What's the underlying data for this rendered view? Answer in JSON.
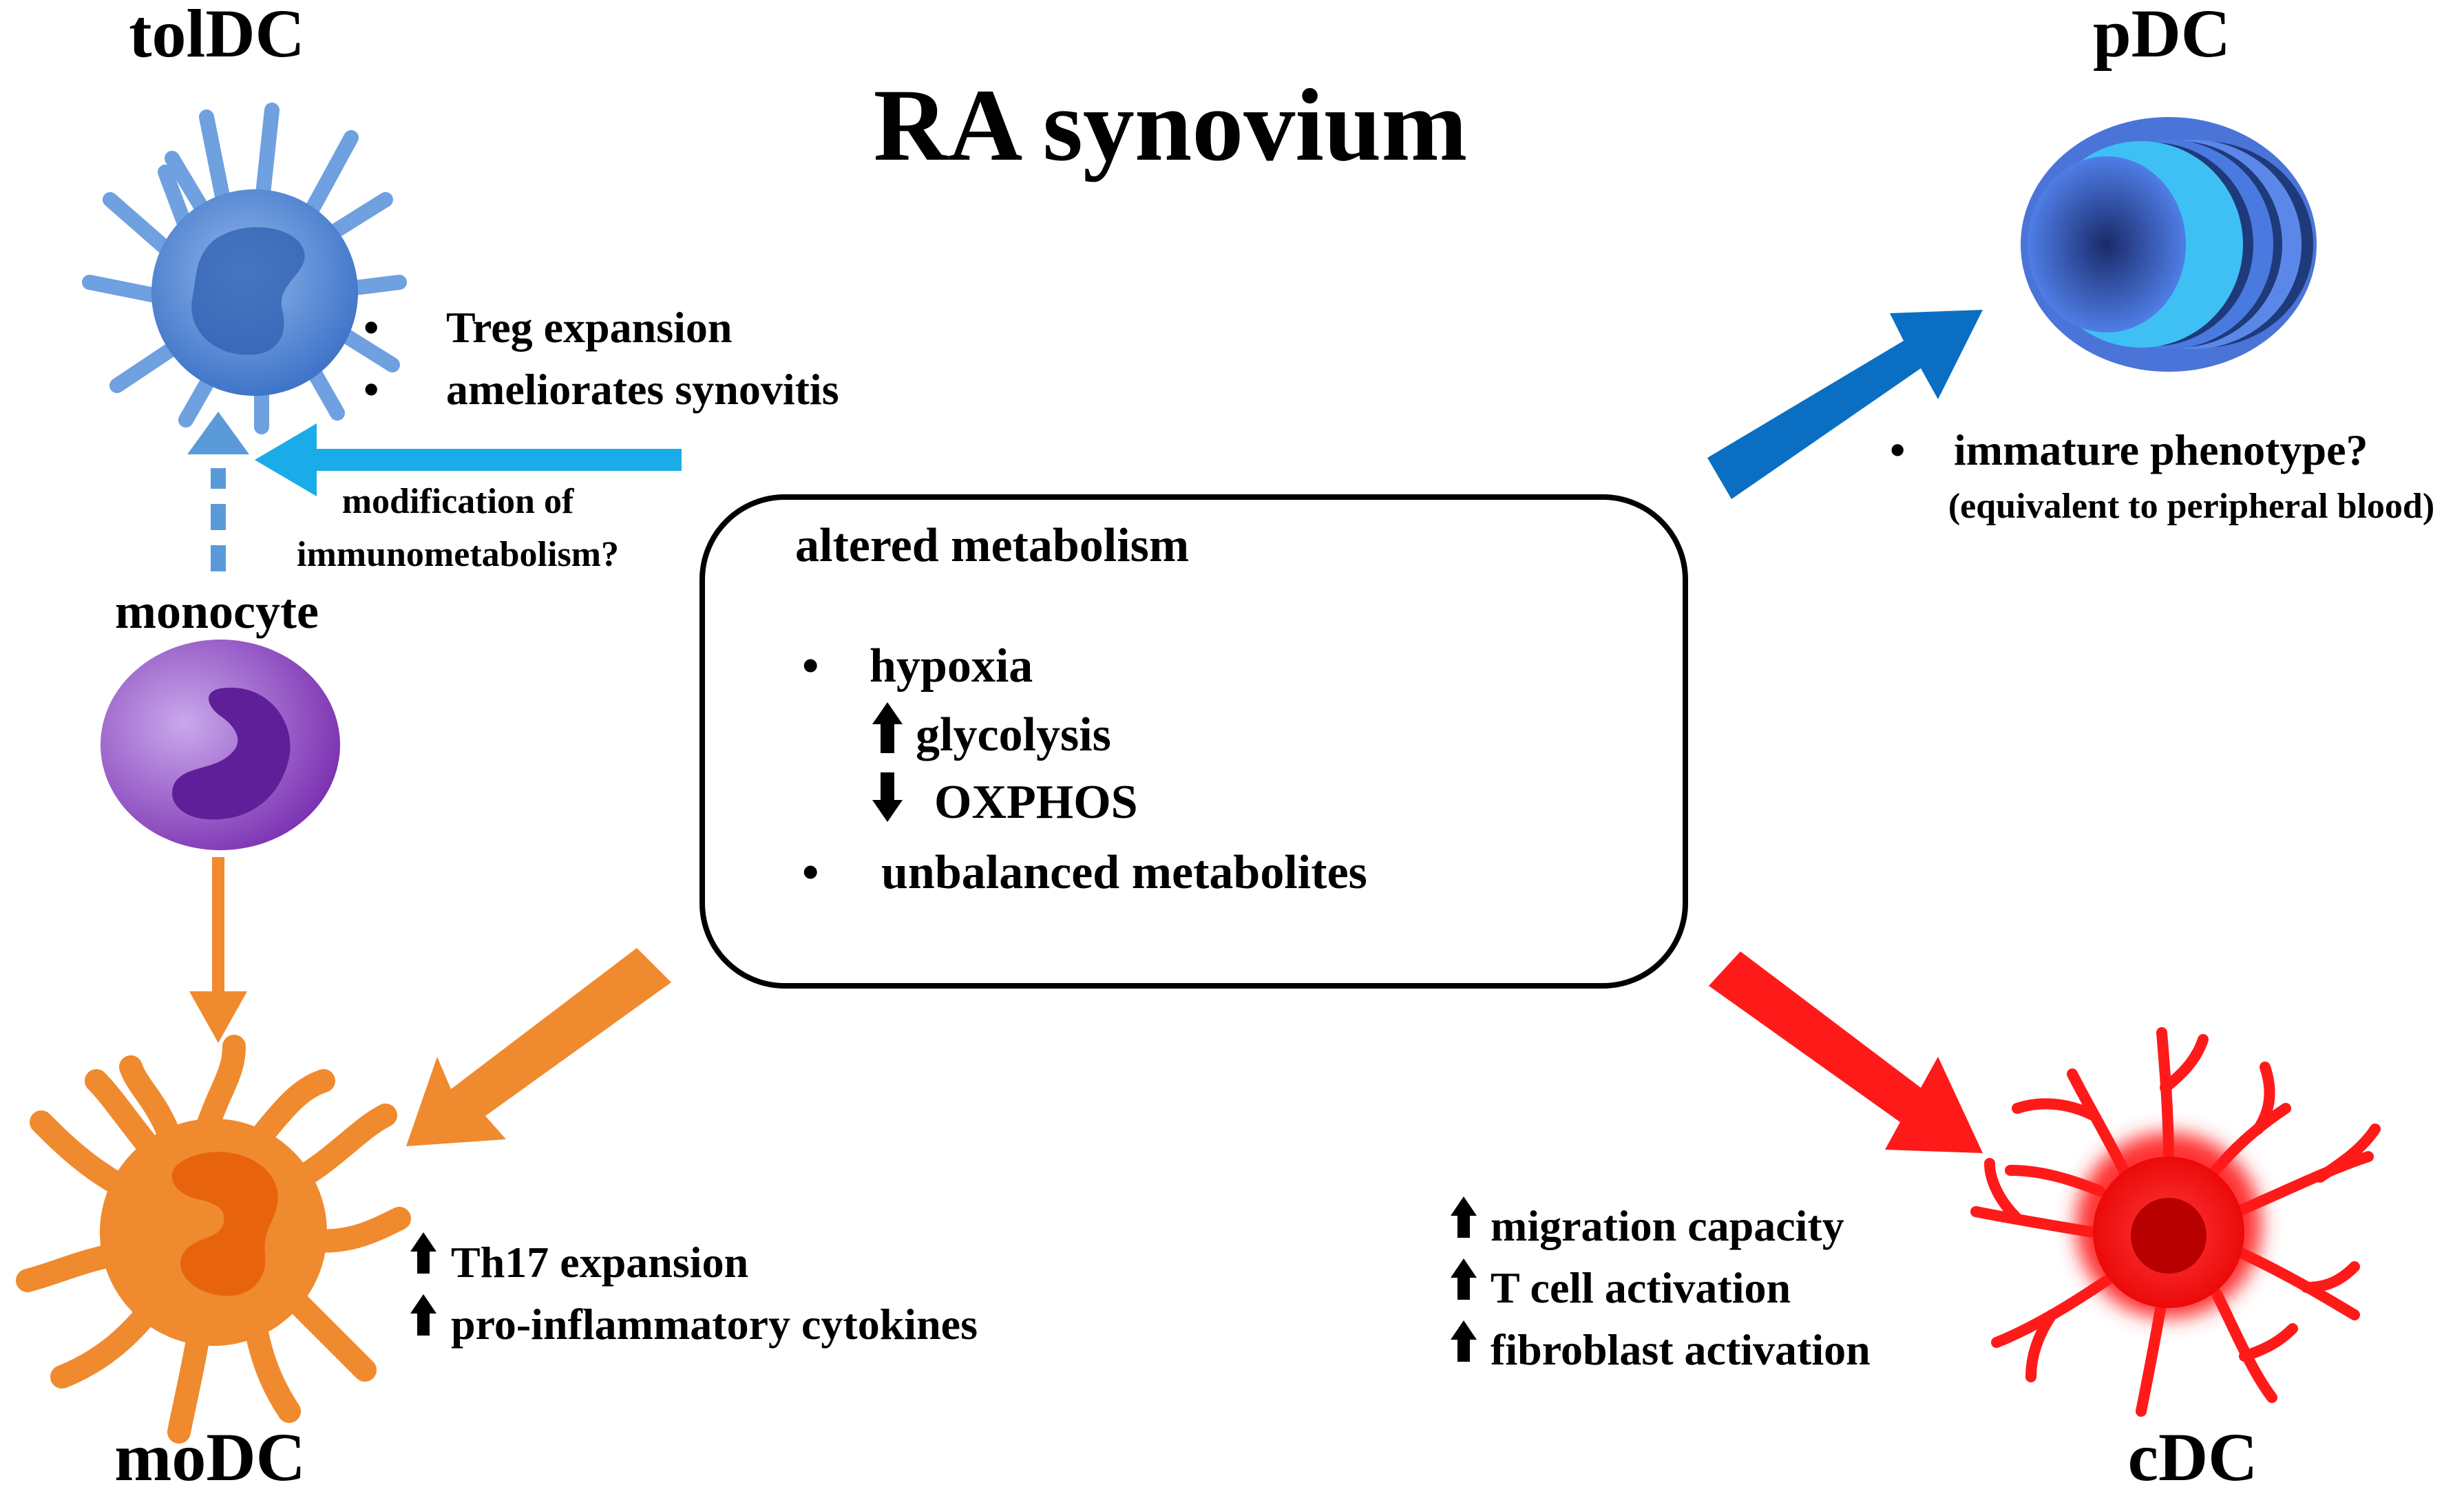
{
  "title": "RA synovium",
  "center_box": {
    "heading": "altered metabolism",
    "bullet_1": "hypoxia",
    "up_item": "glycolysis",
    "down_item": "OXPHOS",
    "bullet_2": "unbalanced metabolites"
  },
  "tolDC": {
    "name": "tolDC",
    "effects": [
      "Treg expansion",
      "ameliorates synovitis"
    ],
    "arrow_label_line1": "modification of",
    "arrow_label_line2": "immunometabolism?"
  },
  "pDC": {
    "name": "pDC",
    "effect": "immature phenotype?",
    "note": "(equivalent to peripheral blood)"
  },
  "monocyte": {
    "name": "monocyte"
  },
  "moDC": {
    "name": "moDC",
    "effects": [
      "Th17 expansion",
      "pro-inflammatory cytokines"
    ]
  },
  "cDC": {
    "name": "cDC",
    "effects": [
      "migration capacity",
      "T cell activation",
      "fibroblast activation"
    ]
  },
  "colors": {
    "tolDC": "#5b8fd6",
    "tolDC_arrow": "#1aace8",
    "pDC": "#3a5fcf",
    "pDC_arrow": "#0a6fc2",
    "monocyte": "#8a3cb8",
    "moDC": "#f08a2e",
    "cDC": "#ff1a1a"
  },
  "icons": {
    "bullet": "bullet-dot",
    "up": "up-arrow-icon",
    "down": "down-arrow-icon"
  }
}
